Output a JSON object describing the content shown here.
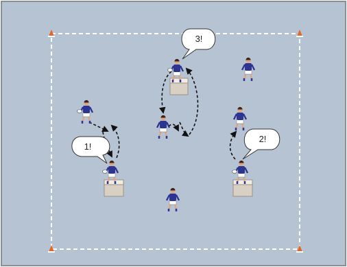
{
  "colors": {
    "field": "#b6c3d2",
    "frame": "#8a8f96",
    "boundary": "#ffffff",
    "cone": "#e0682a",
    "jersey": "#2d3590",
    "shorts": "#ffffff",
    "skin": "#e2a27f",
    "hair": "#3a2417",
    "box_top": "#f1ece5",
    "box_side": "#d9d0c4",
    "arrow": "#111111",
    "bubble": "#ffffff"
  },
  "diagram": {
    "elements": [
      {
        "kind": "cone",
        "name": "cone-top-left"
      },
      {
        "kind": "cone",
        "name": "cone-top-right"
      },
      {
        "kind": "cone",
        "name": "cone-bottom-left"
      },
      {
        "kind": "cone",
        "name": "cone-bottom-right"
      }
    ]
  },
  "bubbles": [
    {
      "name": "callout-1",
      "label": "1!"
    },
    {
      "name": "callout-2",
      "label": "2!"
    },
    {
      "name": "callout-3",
      "label": "3!"
    }
  ]
}
